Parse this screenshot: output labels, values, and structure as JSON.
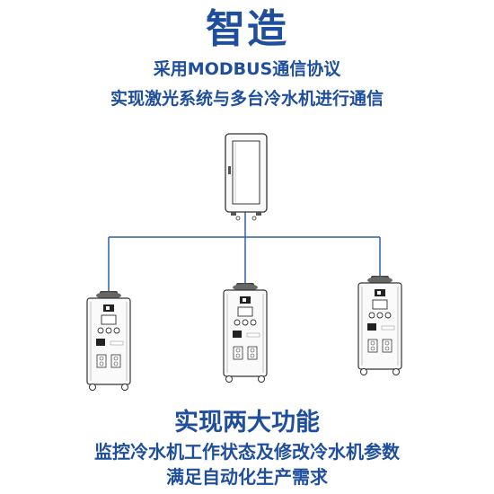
{
  "header": {
    "title": "智造",
    "subtitle_line1": "采用MODBUS通信协议",
    "subtitle_line2": "实现激光系统与多台冷水机进行通信"
  },
  "diagram": {
    "line_color": "#2b5fab",
    "devices": [
      "laser-cabinet",
      "chiller-left",
      "chiller-middle",
      "chiller-right"
    ]
  },
  "footer": {
    "heading": "实现两大功能",
    "line1": "监控冷水机工作状态及修改冷水机参数",
    "line2": "满足自动化生产需求"
  },
  "colors": {
    "text": "#1f4f9c",
    "outline": "#333333"
  }
}
